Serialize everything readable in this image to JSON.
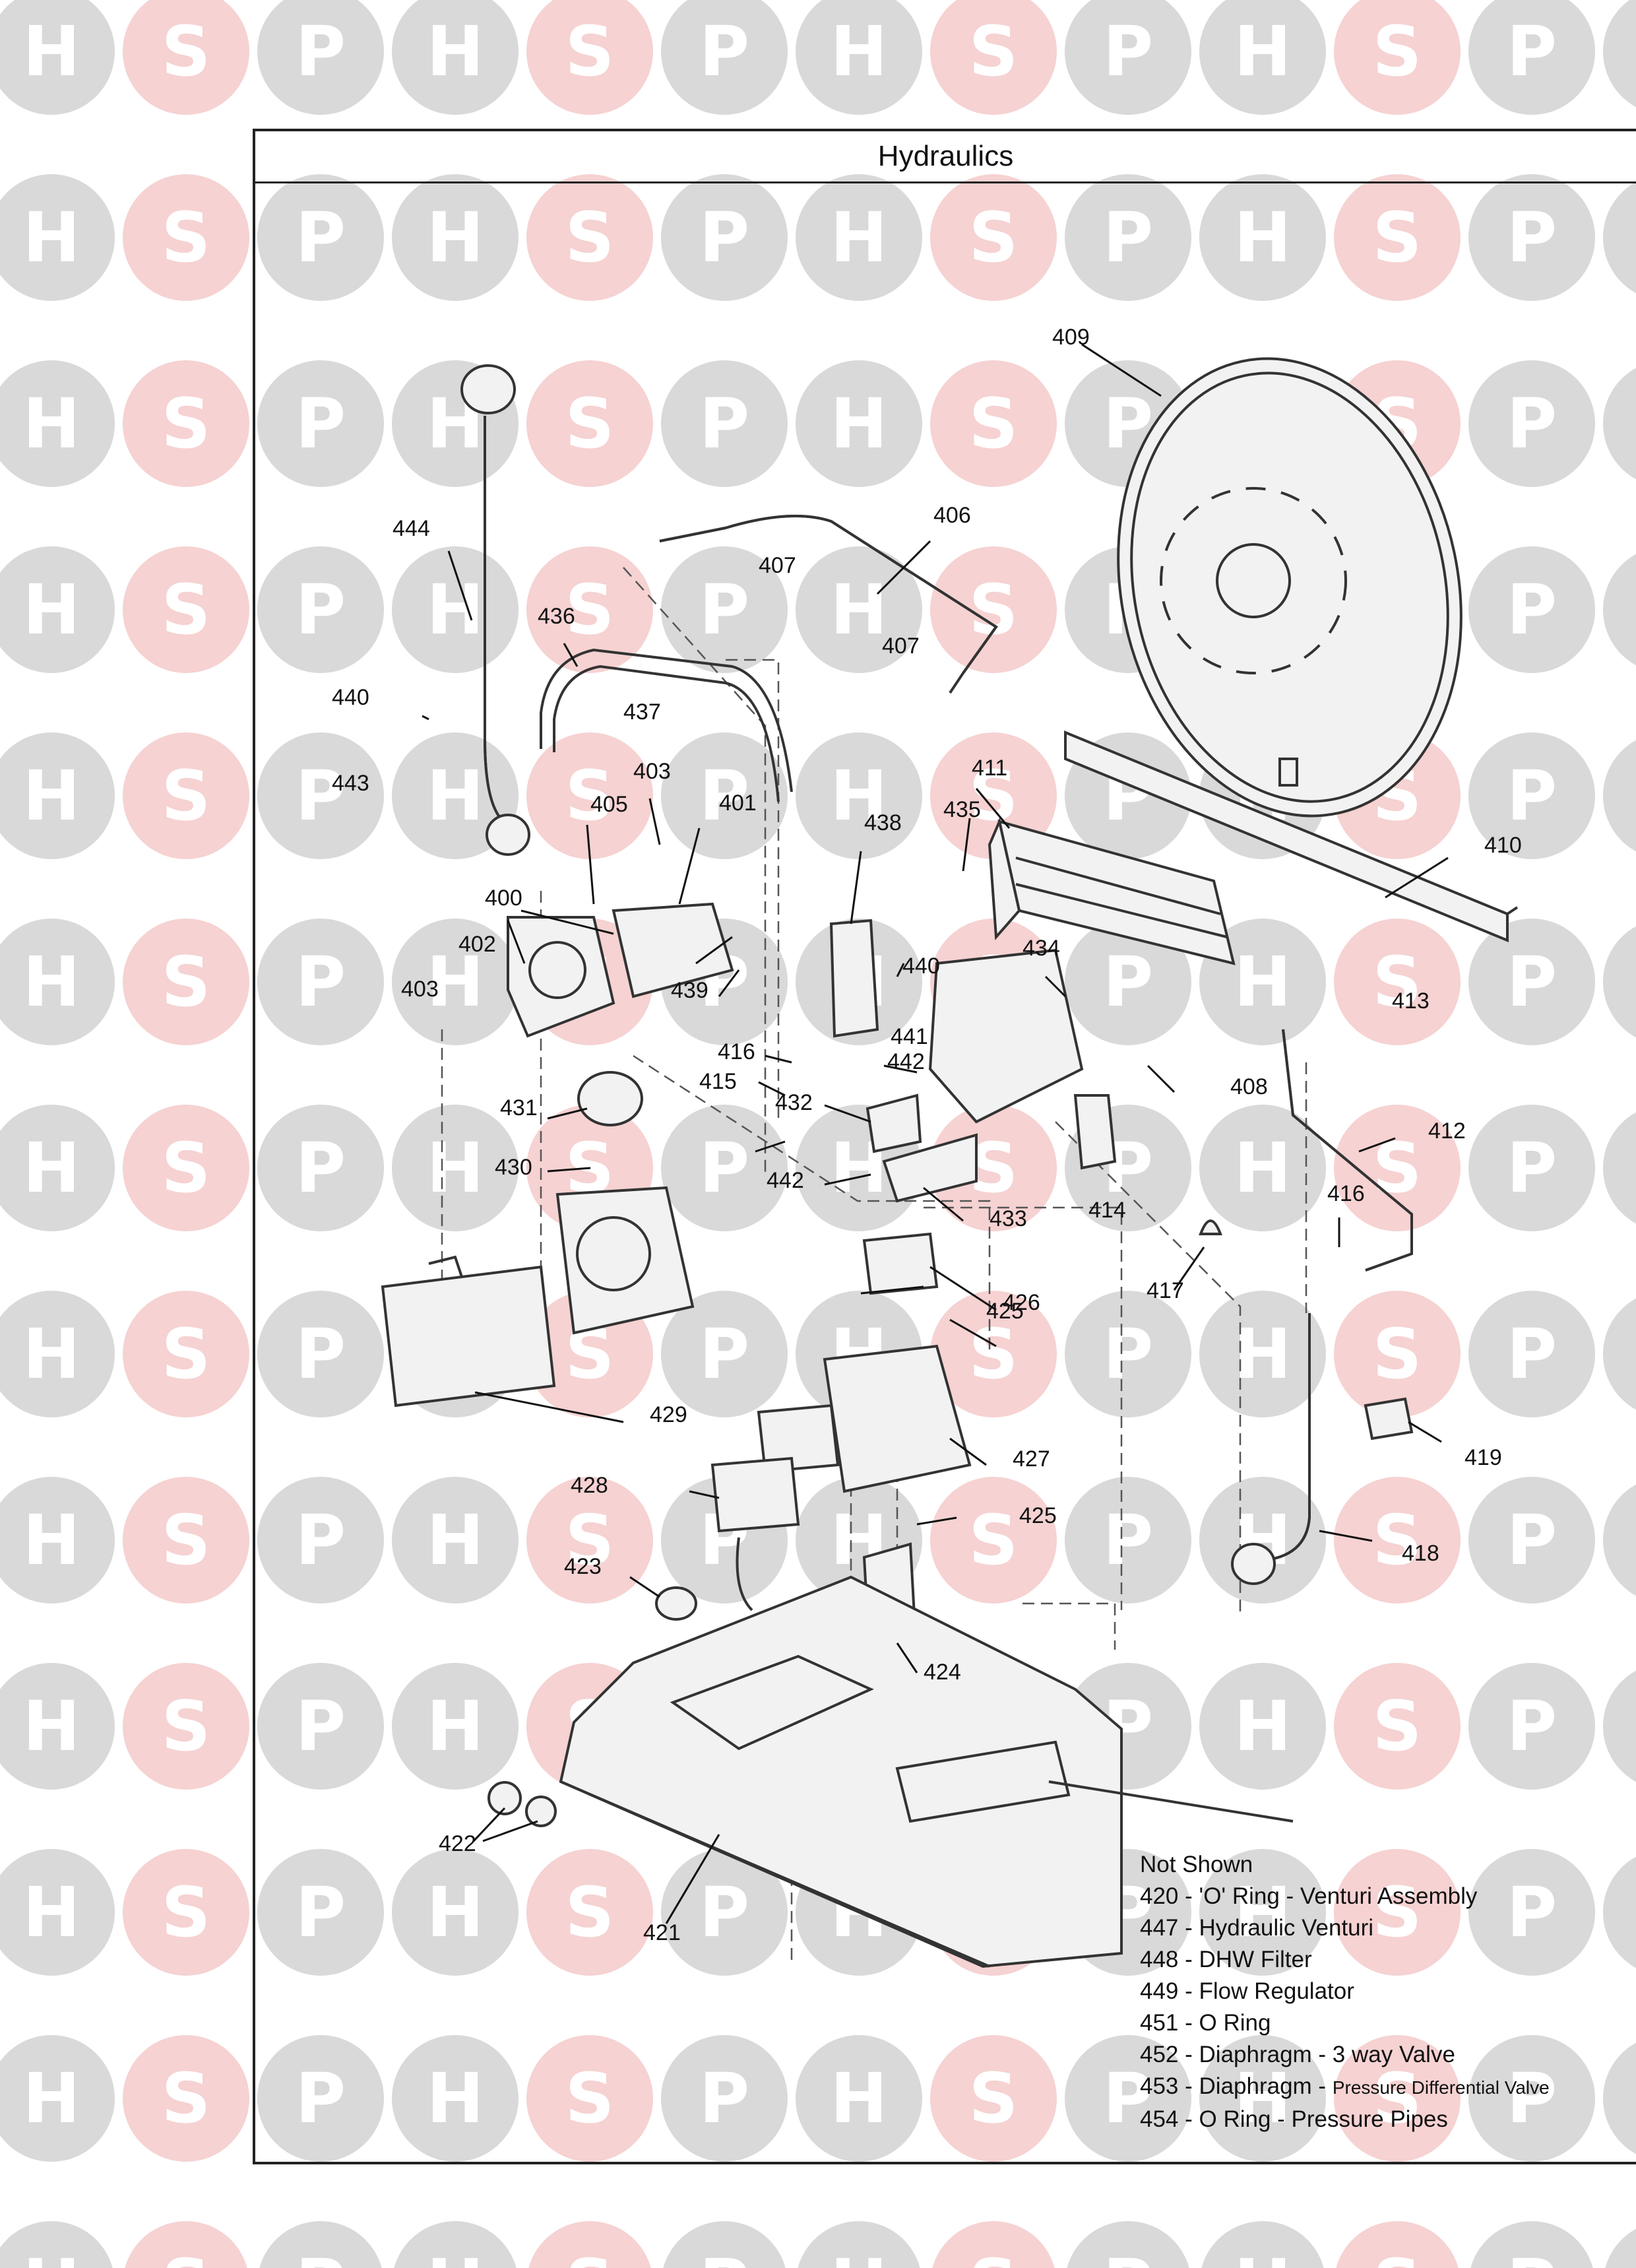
{
  "title": "Hydraulics",
  "watermark": {
    "letters": [
      "H",
      "S",
      "P"
    ],
    "colors": {
      "h": "#d9d9d9",
      "s": "#f6d2d2",
      "p": "#d9d9d9",
      "letter": "#ffffff"
    }
  },
  "callouts": [
    {
      "num": "400"
    },
    {
      "num": "401"
    },
    {
      "num": "402"
    },
    {
      "num": "403"
    },
    {
      "num": "403"
    },
    {
      "num": "405"
    },
    {
      "num": "406"
    },
    {
      "num": "407"
    },
    {
      "num": "407"
    },
    {
      "num": "408"
    },
    {
      "num": "409"
    },
    {
      "num": "410"
    },
    {
      "num": "411"
    },
    {
      "num": "412"
    },
    {
      "num": "413"
    },
    {
      "num": "414"
    },
    {
      "num": "415"
    },
    {
      "num": "416"
    },
    {
      "num": "416"
    },
    {
      "num": "417"
    },
    {
      "num": "418"
    },
    {
      "num": "419"
    },
    {
      "num": "421"
    },
    {
      "num": "422"
    },
    {
      "num": "423"
    },
    {
      "num": "424"
    },
    {
      "num": "425"
    },
    {
      "num": "425"
    },
    {
      "num": "426"
    },
    {
      "num": "427"
    },
    {
      "num": "428"
    },
    {
      "num": "429"
    },
    {
      "num": "430"
    },
    {
      "num": "431"
    },
    {
      "num": "432"
    },
    {
      "num": "433"
    },
    {
      "num": "434"
    },
    {
      "num": "435"
    },
    {
      "num": "436"
    },
    {
      "num": "437"
    },
    {
      "num": "438"
    },
    {
      "num": "439"
    },
    {
      "num": "440"
    },
    {
      "num": "440"
    },
    {
      "num": "441"
    },
    {
      "num": "442"
    },
    {
      "num": "442"
    },
    {
      "num": "443"
    },
    {
      "num": "444"
    }
  ],
  "not_shown": {
    "title": "Not Shown",
    "items": [
      {
        "code": "420",
        "main": "'O' Ring - Venturi Assembly",
        "sub": ""
      },
      {
        "code": "447",
        "main": "Hydraulic Venturi",
        "sub": ""
      },
      {
        "code": "448",
        "main": "DHW Filter",
        "sub": ""
      },
      {
        "code": "449",
        "main": "Flow Regulator",
        "sub": ""
      },
      {
        "code": "451",
        "main": "O Ring",
        "sub": ""
      },
      {
        "code": "452",
        "main": "Diaphragm - 3 way Valve",
        "sub": ""
      },
      {
        "code": "453",
        "main": "Diaphragm - ",
        "sub": "Pressure Differential Valve"
      },
      {
        "code": "454",
        "main": "O Ring - Pressure Pipes",
        "sub": ""
      }
    ]
  }
}
